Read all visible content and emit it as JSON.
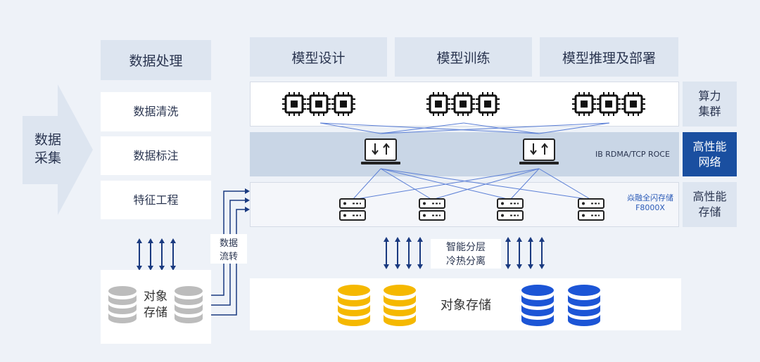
{
  "collect": {
    "line1": "数据",
    "line2": "采集"
  },
  "left_column": {
    "header": "数据处理",
    "items": [
      "数据清洗",
      "数据标注",
      "特征工程"
    ]
  },
  "top_headers": [
    "模型设计",
    "模型训练",
    "模型推理及部署"
  ],
  "side_labels": {
    "compute": {
      "line1": "算力",
      "line2": "集群"
    },
    "network": {
      "line1": "高性能",
      "line2": "网络"
    },
    "storage": {
      "line1": "高性能",
      "line2": "存储"
    }
  },
  "network_protocol": "IB RDMA/TCP ROCE",
  "flash_storage": {
    "line1": "焱融全闪存储",
    "line2": "F8000X"
  },
  "data_flow": {
    "line1": "数据",
    "line2": "流转"
  },
  "tiering": {
    "line1": "智能分层",
    "line2": "冷热分离"
  },
  "left_object_storage": {
    "line1": "对象",
    "line2": "存储"
  },
  "object_storage": "对象存储",
  "colors": {
    "accent_blue": "#1a4fa0",
    "db_yellow": "#f5b800",
    "db_blue": "#1c55d6",
    "db_gray": "#bcbcbc",
    "line_blue": "#5b7fd6"
  }
}
